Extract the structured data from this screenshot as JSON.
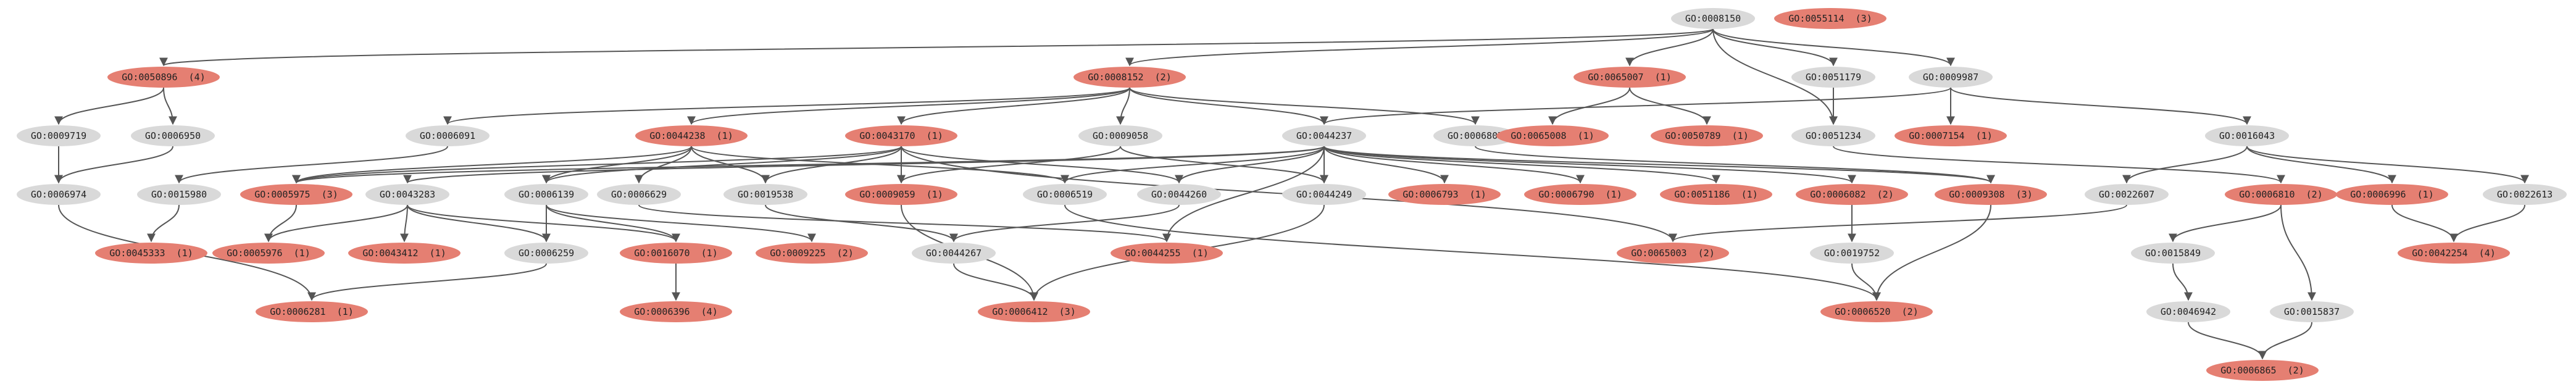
{
  "colors": {
    "highlight": "#e57f72",
    "plain": "#d9d9d9",
    "edge": "#555555",
    "text": "#222222"
  },
  "nodes": [
    {
      "id": "0008150",
      "label": "GO:0008150",
      "style": "plain"
    },
    {
      "id": "0055114",
      "label": "GO:0055114  (3)",
      "style": "highlight"
    },
    {
      "id": "0050896",
      "label": "GO:0050896  (4)",
      "style": "highlight"
    },
    {
      "id": "0008152",
      "label": "GO:0008152  (2)",
      "style": "highlight"
    },
    {
      "id": "0065007",
      "label": "GO:0065007  (1)",
      "style": "highlight"
    },
    {
      "id": "0051179",
      "label": "GO:0051179",
      "style": "plain"
    },
    {
      "id": "0009987",
      "label": "GO:0009987",
      "style": "plain"
    },
    {
      "id": "0009719",
      "label": "GO:0009719",
      "style": "plain"
    },
    {
      "id": "0006950",
      "label": "GO:0006950",
      "style": "plain"
    },
    {
      "id": "0006091",
      "label": "GO:0006091",
      "style": "plain"
    },
    {
      "id": "0044238",
      "label": "GO:0044238  (1)",
      "style": "highlight"
    },
    {
      "id": "0043170",
      "label": "GO:0043170  (1)",
      "style": "highlight"
    },
    {
      "id": "0009058",
      "label": "GO:0009058",
      "style": "plain"
    },
    {
      "id": "0044237",
      "label": "GO:0044237",
      "style": "plain"
    },
    {
      "id": "0006807",
      "label": "GO:0006807",
      "style": "plain"
    },
    {
      "id": "0065008",
      "label": "GO:0065008  (1)",
      "style": "highlight"
    },
    {
      "id": "0050789",
      "label": "GO:0050789  (1)",
      "style": "highlight"
    },
    {
      "id": "0051234",
      "label": "GO:0051234",
      "style": "plain"
    },
    {
      "id": "0007154",
      "label": "GO:0007154  (1)",
      "style": "highlight"
    },
    {
      "id": "0016043",
      "label": "GO:0016043",
      "style": "plain"
    },
    {
      "id": "0006974",
      "label": "GO:0006974",
      "style": "plain"
    },
    {
      "id": "0015980",
      "label": "GO:0015980",
      "style": "plain"
    },
    {
      "id": "0005975",
      "label": "GO:0005975  (3)",
      "style": "highlight"
    },
    {
      "id": "0043283",
      "label": "GO:0043283",
      "style": "plain"
    },
    {
      "id": "0006139",
      "label": "GO:0006139",
      "style": "plain"
    },
    {
      "id": "0006629",
      "label": "GO:0006629",
      "style": "plain"
    },
    {
      "id": "0019538",
      "label": "GO:0019538",
      "style": "plain"
    },
    {
      "id": "0009059",
      "label": "GO:0009059  (1)",
      "style": "highlight"
    },
    {
      "id": "0006519",
      "label": "GO:0006519",
      "style": "plain"
    },
    {
      "id": "0044260",
      "label": "GO:0044260",
      "style": "plain"
    },
    {
      "id": "0044249",
      "label": "GO:0044249",
      "style": "plain"
    },
    {
      "id": "0006793",
      "label": "GO:0006793  (1)",
      "style": "highlight"
    },
    {
      "id": "0006790",
      "label": "GO:0006790  (1)",
      "style": "highlight"
    },
    {
      "id": "0051186",
      "label": "GO:0051186  (1)",
      "style": "highlight"
    },
    {
      "id": "0006082",
      "label": "GO:0006082  (2)",
      "style": "highlight"
    },
    {
      "id": "0009308",
      "label": "GO:0009308  (3)",
      "style": "highlight"
    },
    {
      "id": "0022607",
      "label": "GO:0022607",
      "style": "plain"
    },
    {
      "id": "0006810",
      "label": "GO:0006810  (2)",
      "style": "highlight"
    },
    {
      "id": "0006996",
      "label": "GO:0006996  (1)",
      "style": "highlight"
    },
    {
      "id": "0022613",
      "label": "GO:0022613",
      "style": "plain"
    },
    {
      "id": "0045333",
      "label": "GO:0045333  (1)",
      "style": "highlight"
    },
    {
      "id": "0005976",
      "label": "GO:0005976  (1)",
      "style": "highlight"
    },
    {
      "id": "0043412",
      "label": "GO:0043412  (1)",
      "style": "highlight"
    },
    {
      "id": "0006259",
      "label": "GO:0006259",
      "style": "plain"
    },
    {
      "id": "0016070",
      "label": "GO:0016070  (1)",
      "style": "highlight"
    },
    {
      "id": "0009225",
      "label": "GO:0009225  (2)",
      "style": "highlight"
    },
    {
      "id": "0044267",
      "label": "GO:0044267",
      "style": "plain"
    },
    {
      "id": "0044255",
      "label": "GO:0044255  (1)",
      "style": "highlight"
    },
    {
      "id": "0065003",
      "label": "GO:0065003  (2)",
      "style": "highlight"
    },
    {
      "id": "0019752",
      "label": "GO:0019752",
      "style": "plain"
    },
    {
      "id": "0015849",
      "label": "GO:0015849",
      "style": "plain"
    },
    {
      "id": "0042254",
      "label": "GO:0042254  (4)",
      "style": "highlight"
    },
    {
      "id": "0006281",
      "label": "GO:0006281  (1)",
      "style": "highlight"
    },
    {
      "id": "0006396",
      "label": "GO:0006396  (4)",
      "style": "highlight"
    },
    {
      "id": "0006412",
      "label": "GO:0006412  (3)",
      "style": "highlight"
    },
    {
      "id": "0006520",
      "label": "GO:0006520  (2)",
      "style": "highlight"
    },
    {
      "id": "0046942",
      "label": "GO:0046942",
      "style": "plain"
    },
    {
      "id": "0015837",
      "label": "GO:0015837",
      "style": "plain"
    },
    {
      "id": "0006865",
      "label": "GO:0006865  (2)",
      "style": "highlight"
    }
  ],
  "edges": [
    [
      "0008150",
      "0050896"
    ],
    [
      "0008150",
      "0008152"
    ],
    [
      "0008150",
      "0065007"
    ],
    [
      "0008150",
      "0051179"
    ],
    [
      "0008150",
      "0009987"
    ],
    [
      "0008150",
      "0051234"
    ],
    [
      "0050896",
      "0009719"
    ],
    [
      "0050896",
      "0006950"
    ],
    [
      "0008152",
      "0006091"
    ],
    [
      "0008152",
      "0044238"
    ],
    [
      "0008152",
      "0043170"
    ],
    [
      "0008152",
      "0009058"
    ],
    [
      "0008152",
      "0044237"
    ],
    [
      "0008152",
      "0006807"
    ],
    [
      "0065007",
      "0065008"
    ],
    [
      "0065007",
      "0050789"
    ],
    [
      "0051179",
      "0051234"
    ],
    [
      "0009987",
      "0044237"
    ],
    [
      "0009987",
      "0007154"
    ],
    [
      "0009987",
      "0016043"
    ],
    [
      "0009719",
      "0006974"
    ],
    [
      "0006950",
      "0006974"
    ],
    [
      "0006091",
      "0015980"
    ],
    [
      "0044238",
      "0005975"
    ],
    [
      "0044238",
      "0006139"
    ],
    [
      "0044238",
      "0006629"
    ],
    [
      "0044238",
      "0019538"
    ],
    [
      "0044238",
      "0006519"
    ],
    [
      "0043170",
      "0005975"
    ],
    [
      "0043170",
      "0006139"
    ],
    [
      "0043170",
      "0019538"
    ],
    [
      "0043170",
      "0009059"
    ],
    [
      "0043170",
      "0044260"
    ],
    [
      "0043170",
      "0065003"
    ],
    [
      "0009058",
      "0009059"
    ],
    [
      "0009058",
      "0044249"
    ],
    [
      "0044237",
      "0005975"
    ],
    [
      "0044237",
      "0043283"
    ],
    [
      "0044237",
      "0006519"
    ],
    [
      "0044237",
      "0044260"
    ],
    [
      "0044237",
      "0044249"
    ],
    [
      "0044237",
      "0006793"
    ],
    [
      "0044237",
      "0006790"
    ],
    [
      "0044237",
      "0051186"
    ],
    [
      "0044237",
      "0006082"
    ],
    [
      "0044237",
      "0009308"
    ],
    [
      "0044237",
      "0044255"
    ],
    [
      "0006807",
      "0009308"
    ],
    [
      "0051234",
      "0006810"
    ],
    [
      "0016043",
      "0022607"
    ],
    [
      "0016043",
      "0006996"
    ],
    [
      "0016043",
      "0022613"
    ],
    [
      "0006974",
      "0006281"
    ],
    [
      "0015980",
      "0045333"
    ],
    [
      "0005975",
      "0005976"
    ],
    [
      "0043283",
      "0005976"
    ],
    [
      "0043283",
      "0043412"
    ],
    [
      "0043283",
      "0006259"
    ],
    [
      "0043283",
      "0016070"
    ],
    [
      "0006139",
      "0006259"
    ],
    [
      "0006139",
      "0016070"
    ],
    [
      "0006139",
      "0009225"
    ],
    [
      "0006629",
      "0044255"
    ],
    [
      "0019538",
      "0044267"
    ],
    [
      "0009059",
      "0006412"
    ],
    [
      "0006519",
      "0006520"
    ],
    [
      "0044260",
      "0044267"
    ],
    [
      "0044249",
      "0006412"
    ],
    [
      "0006082",
      "0019752"
    ],
    [
      "0009308",
      "0006520"
    ],
    [
      "0022607",
      "0065003"
    ],
    [
      "0006810",
      "0015849"
    ],
    [
      "0006810",
      "0015837"
    ],
    [
      "0022613",
      "0042254"
    ],
    [
      "0006996",
      "0042254"
    ],
    [
      "0006259",
      "0006281"
    ],
    [
      "0016070",
      "0006396"
    ],
    [
      "0044267",
      "0006412"
    ],
    [
      "0019752",
      "0006520"
    ],
    [
      "0015849",
      "0046942"
    ],
    [
      "0046942",
      "0006865"
    ],
    [
      "0015837",
      "0006865"
    ]
  ]
}
